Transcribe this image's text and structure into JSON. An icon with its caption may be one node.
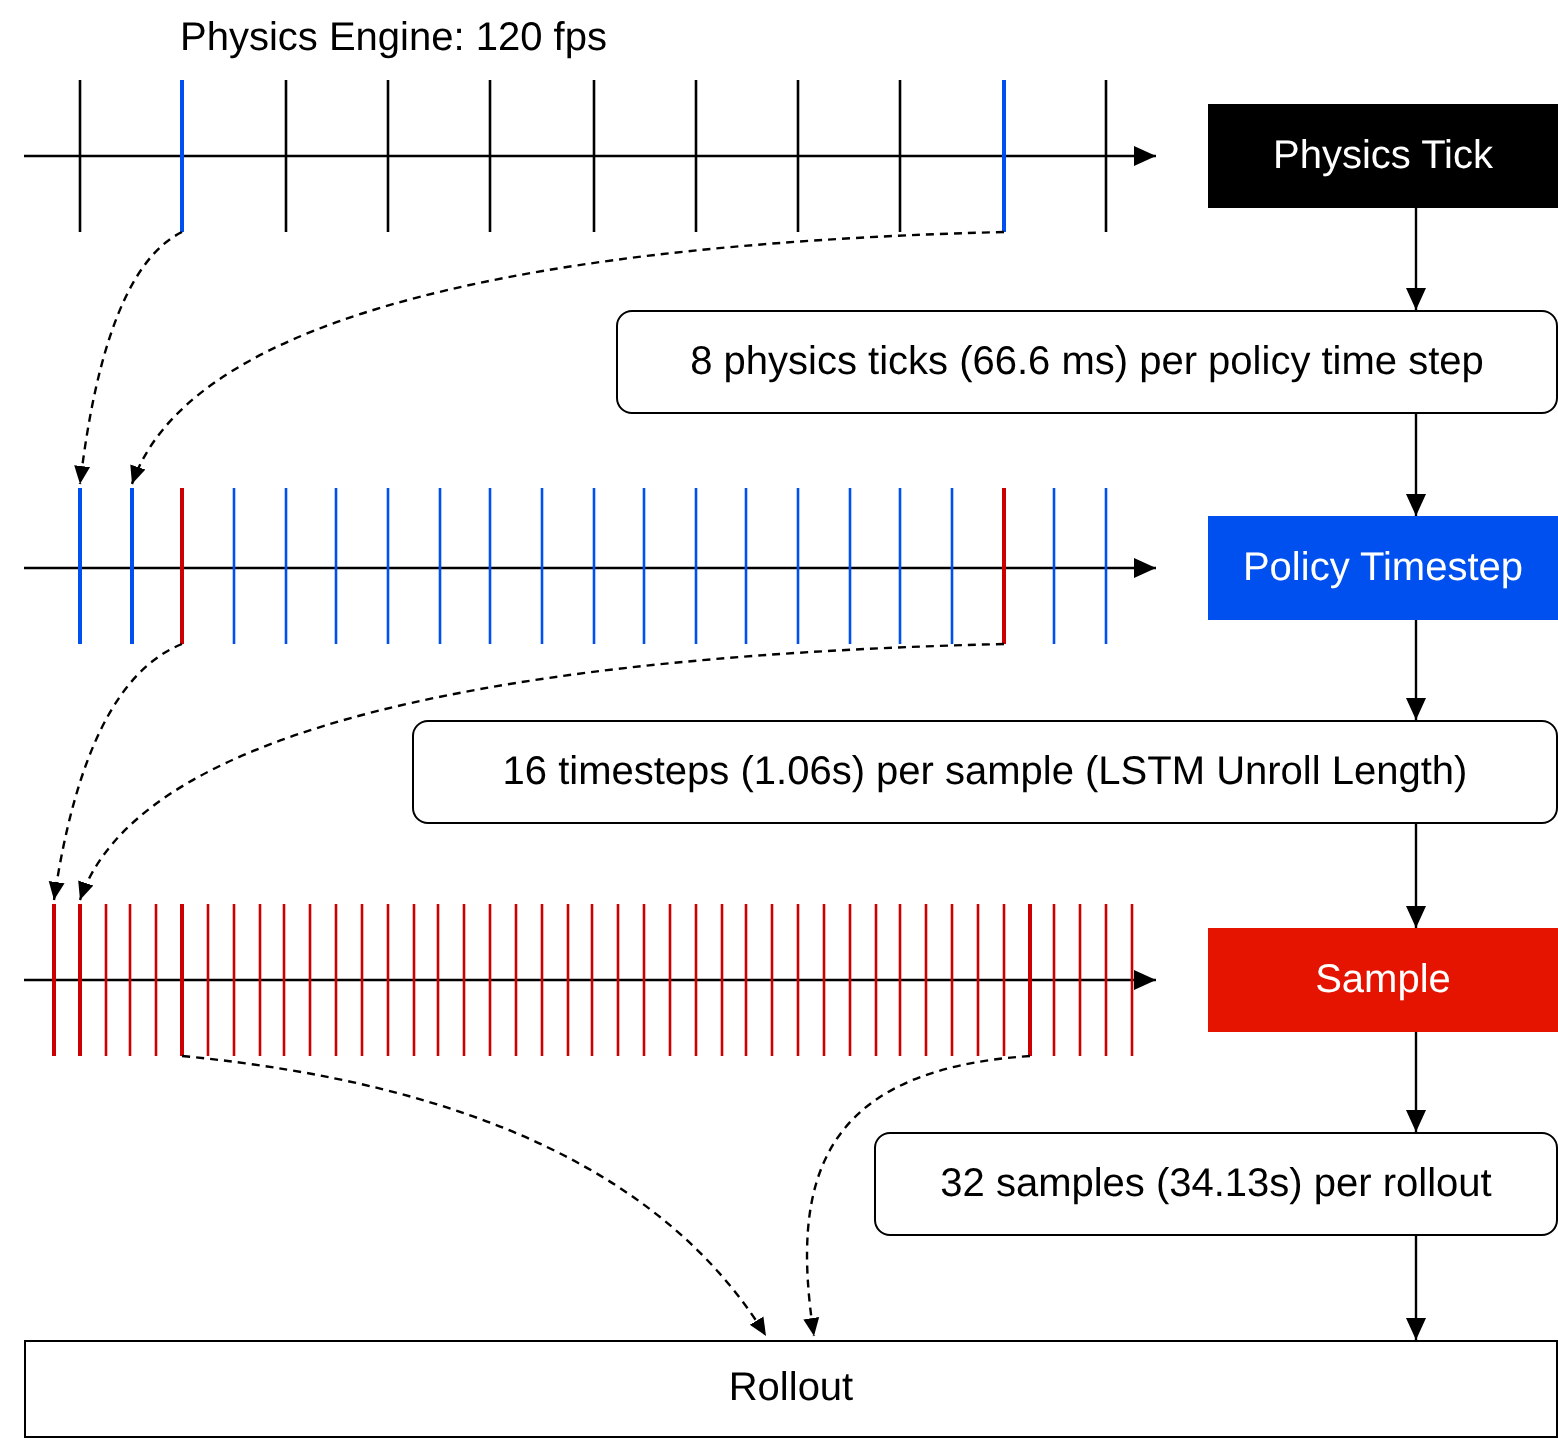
{
  "diagram": {
    "nodes": [
      {
        "text": [],
        "shape": "bar"
      },
      {
        "text": [],
        "shape": "bar"
      },
      {
        "text": [
          "Physics Tick"
        ]
      },
      {
        "text": [
          "8 physics ticks (66.6 ms) per policy time step"
        ]
      },
      {
        "text": [],
        "shape": "bar"
      },
      {
        "text": [],
        "shape": "bar"
      },
      {
        "text": [],
        "shape": "bar"
      },
      {
        "text": [],
        "shape": "bar"
      },
      {
        "text": [
          "Policy Timestep"
        ]
      },
      {
        "text": [
          "16 timesteps (1.06s) per sample (LSTM Unroll Length)"
        ]
      },
      {
        "text": [],
        "shape": "bar"
      },
      {
        "text": [],
        "shape": "bar"
      },
      {
        "text": [],
        "shape": "bar"
      },
      {
        "text": [],
        "shape": "bar"
      },
      {
        "text": [
          "Sample"
        ]
      },
      {
        "text": [
          "32 samples (34.13s) per rollout"
        ]
      },
      {
        "text": [
          "Rollout"
        ]
      }
    ],
    "edges": [
      {
        "from": 2,
        "to": 3,
        "arrow": "to"
      },
      {
        "from": 3,
        "to": 8,
        "arrow": "to"
      },
      {
        "from": 8,
        "to": 9,
        "arrow": "to"
      },
      {
        "from": 9,
        "to": 14,
        "arrow": "to"
      },
      {
        "from": 14,
        "to": 15,
        "arrow": "to"
      },
      {
        "from": 15,
        "to": 16,
        "arrow": "to"
      },
      {
        "from": 0,
        "to": 4,
        "arrow": "to",
        "style": "dashed"
      },
      {
        "from": 1,
        "to": 5,
        "arrow": "to",
        "style": "dashed"
      },
      {
        "from": 6,
        "to": 10,
        "arrow": "to",
        "style": "dashed"
      },
      {
        "from": 7,
        "to": 11,
        "arrow": "to",
        "style": "dashed"
      },
      {
        "from": 12,
        "to": 16,
        "arrow": "to",
        "style": "dashed"
      },
      {
        "from": 13,
        "to": 16,
        "arrow": "to",
        "style": "dashed"
      }
    ],
    "labels": [
      "Physics Engine: 120 fps"
    ]
  }
}
